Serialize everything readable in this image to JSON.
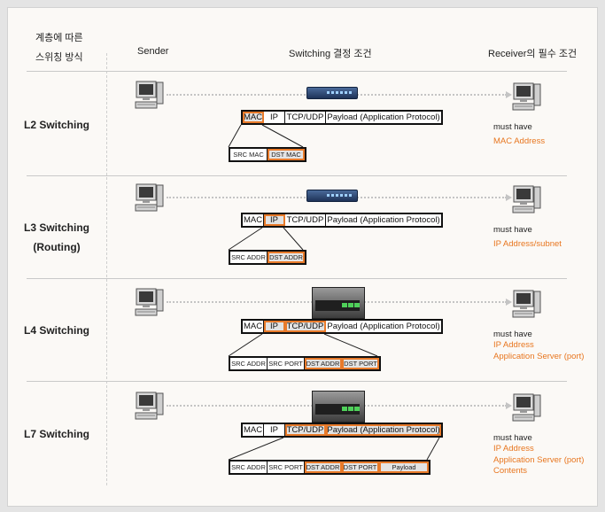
{
  "header": {
    "col1_line1": "계층에 따른",
    "col1_line2": "스위칭 방식",
    "sender": "Sender",
    "switching": "Switching 결정 조건",
    "receiver": "Receiver의 필수 조건"
  },
  "rows": [
    {
      "level": "L2 Switching",
      "level_line2": "",
      "device": "switch",
      "packet": [
        "MAC",
        "IP",
        "TCP/UDP",
        "Payload (Application Protocol)"
      ],
      "sub": [
        "SRC MAC",
        "DST MAC"
      ],
      "must": "must have",
      "requirements": [
        "MAC Address"
      ]
    },
    {
      "level": "L3 Switching",
      "level_line2": "(Routing)",
      "device": "switch",
      "packet": [
        "MAC",
        "IP",
        "TCP/UDP",
        "Payload (Application Protocol)"
      ],
      "sub": [
        "SRC ADDR",
        "DST ADDR"
      ],
      "must": "must have",
      "requirements": [
        "IP Address/subnet"
      ]
    },
    {
      "level": "L4 Switching",
      "level_line2": "",
      "device": "router",
      "packet": [
        "MAC",
        "IP",
        "TCP/UDP",
        "Payload (Application Protocol)"
      ],
      "sub": [
        "SRC ADDR",
        "SRC PORT",
        "DST ADDR",
        "DST PORT"
      ],
      "must": "must have",
      "requirements": [
        "IP Address",
        "Application Server (port)"
      ]
    },
    {
      "level": "L7 Switching",
      "level_line2": "",
      "device": "router",
      "packet": [
        "MAC",
        "IP",
        "TCP/UDP",
        "Payload (Application Protocol)"
      ],
      "sub": [
        "SRC ADDR",
        "SRC PORT",
        "DST ADDR",
        "DST PORT",
        "Payload"
      ],
      "must": "must have",
      "requirements": [
        "IP Address",
        "Application Server (port)",
        "Contents"
      ]
    }
  ],
  "colors": {
    "accent": "#e87a2a",
    "border": "#111111"
  }
}
